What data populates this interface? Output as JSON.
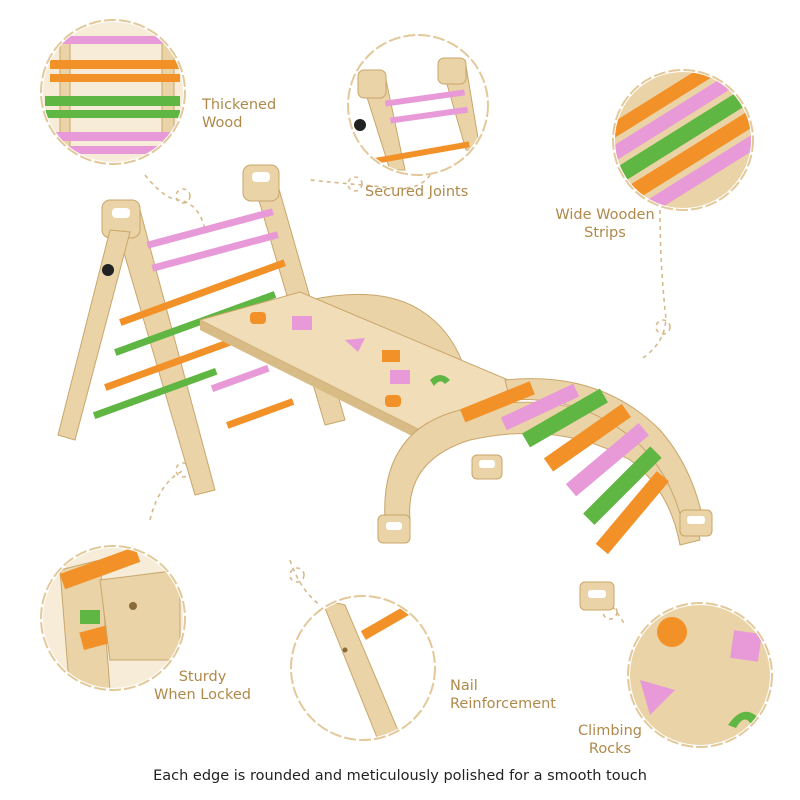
{
  "labels": {
    "thickened": {
      "line1": "Thickened",
      "line2": "Wood"
    },
    "secured": {
      "line1": "Secured Joints"
    },
    "wide": {
      "line1": "Wide Wooden",
      "line2": "Strips"
    },
    "sturdy": {
      "line1": "Sturdy",
      "line2": "When Locked"
    },
    "nail": {
      "line1": "Nail",
      "line2": "Reinforcement"
    },
    "climbing": {
      "line1": "Climbing",
      "line2": "Rocks"
    }
  },
  "caption": "Each edge is rounded and meticulously polished for a smooth touch",
  "colors": {
    "wood": "#ead3a6",
    "wood_edge": "#c9a66b",
    "pink": "#e79ad7",
    "orange": "#f39129",
    "green": "#5fb642",
    "label": "#b0894a",
    "dash": "#d8b98a"
  }
}
